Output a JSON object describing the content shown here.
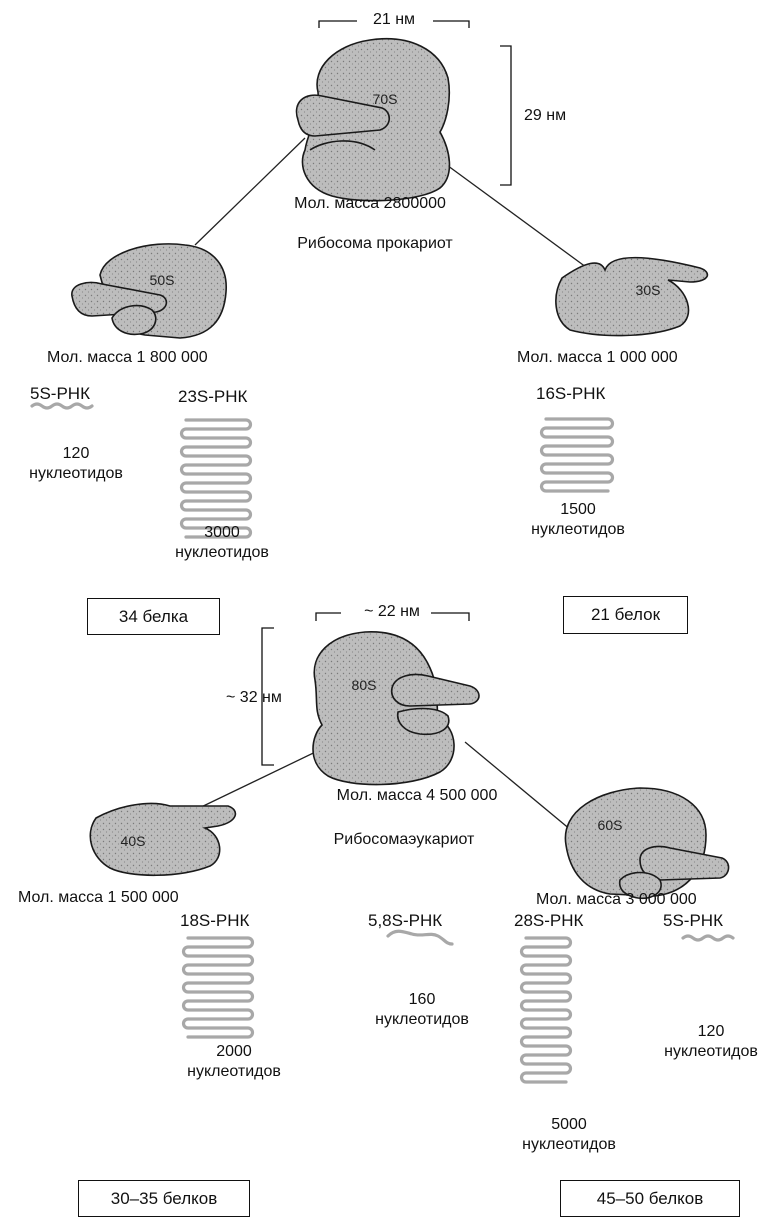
{
  "prokaryote": {
    "width_label": "21 нм",
    "height_label": "29 нм",
    "particle": "70S",
    "mass": "Мол. масса 2800000",
    "caption": "Рибосома прокариот",
    "large": {
      "particle": "50S",
      "mass": "Мол. масса 1 800 000",
      "rna1": {
        "name": "5S-РНК",
        "count": "120",
        "unit": "нуклеотидов"
      },
      "rna2": {
        "name": "23S-РНК",
        "count": "3000",
        "unit": "нуклеотидов"
      },
      "proteins": "34 белка"
    },
    "small": {
      "particle": "30S",
      "mass": "Мол. масса  1 000 000",
      "rna1": {
        "name": "16S-РНК",
        "count": "1500",
        "unit": "нуклеотидов"
      },
      "proteins": "21 белок"
    }
  },
  "eukaryote": {
    "width_label": "~ 22 нм",
    "height_label": "~ 32 нм",
    "particle": "80S",
    "mass": "Мол. масса  4 500 000",
    "caption": "Рибосомаэукариот",
    "small": {
      "particle": "40S",
      "mass": "Мол. масса 1 500 000",
      "rna1": {
        "name": "18S-РНК",
        "count": "2000",
        "unit": "нуклеотидов"
      },
      "proteins": "30–35 белков"
    },
    "large": {
      "particle": "60S",
      "mass": "Мол. масса 3 000 000",
      "rna1": {
        "name": "5,8S-РНК",
        "count": "160",
        "unit": "нуклеотидов"
      },
      "rna2": {
        "name": "28S-РНК",
        "count": "5000",
        "unit": "нуклеотидов"
      },
      "rna3": {
        "name": "5S-РНК",
        "count": "120",
        "unit": "нуклеотидов"
      },
      "proteins": "45–50 белков"
    }
  },
  "colors": {
    "shape_fill": "#b4b4b4",
    "shape_stroke": "#1a1a1a",
    "rna_color": "#a8a8a8",
    "line": "#222222"
  }
}
